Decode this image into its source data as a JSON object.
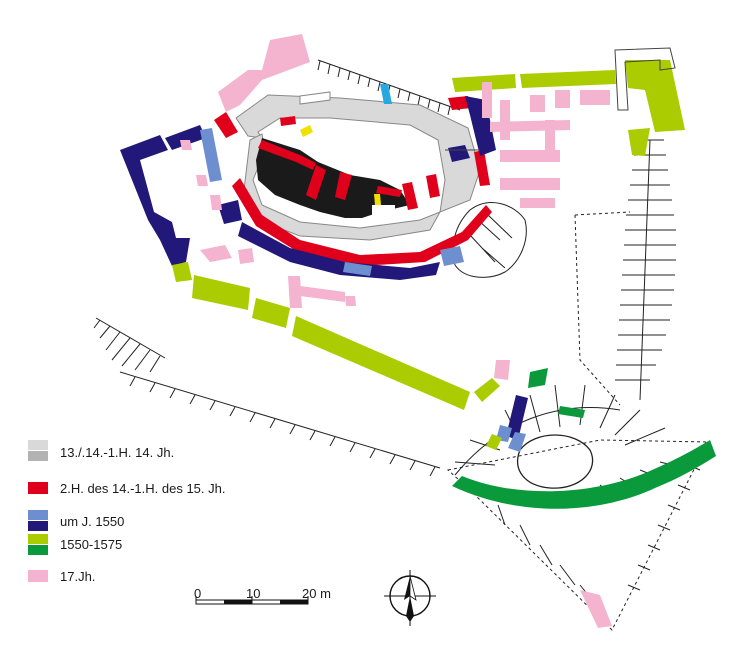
{
  "colors": {
    "phase_13_14": "#d9d9d9",
    "phase_13_14_dark": "#b3b3b3",
    "phase_14_15": "#e0001b",
    "phase_1550_light": "#6d8fd0",
    "phase_1550_dark": "#21187a",
    "phase_1550_1575": "#aacc00",
    "phase_1550_1575_green": "#0a9a3c",
    "phase_17": "#f4b3cf",
    "rock": "#1a1a1a",
    "water_channel": "#29a8e0",
    "yellow_detail": "#f0e000"
  },
  "legend": {
    "items": [
      {
        "label": "13./.14.-1.H. 14. Jh."
      },
      {
        "label": "2.H. des 14.-1.H. des 15. Jh."
      },
      {
        "label": "um J. 1550"
      },
      {
        "label": "1550-1575"
      },
      {
        "label": "17.Jh."
      }
    ]
  },
  "scale": {
    "tick_0": "0",
    "tick_10": "10",
    "tick_20": "20 m"
  },
  "north_arrow": {
    "icon": "north-arrow-icon"
  }
}
